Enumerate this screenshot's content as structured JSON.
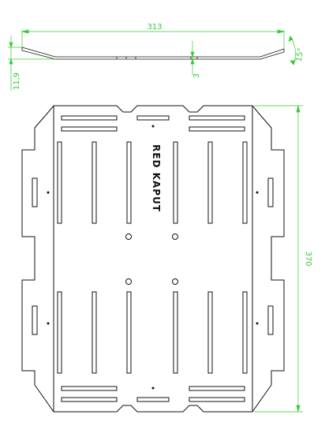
{
  "colors": {
    "dimension": "#33cc33",
    "outline": "#111111"
  },
  "dimensions": {
    "top_width": "313",
    "bend_angle": "15°",
    "thickness": "3",
    "left_height": "11,9",
    "overall_length": "370"
  },
  "plate": {
    "engraving": "RED KAPUT"
  }
}
